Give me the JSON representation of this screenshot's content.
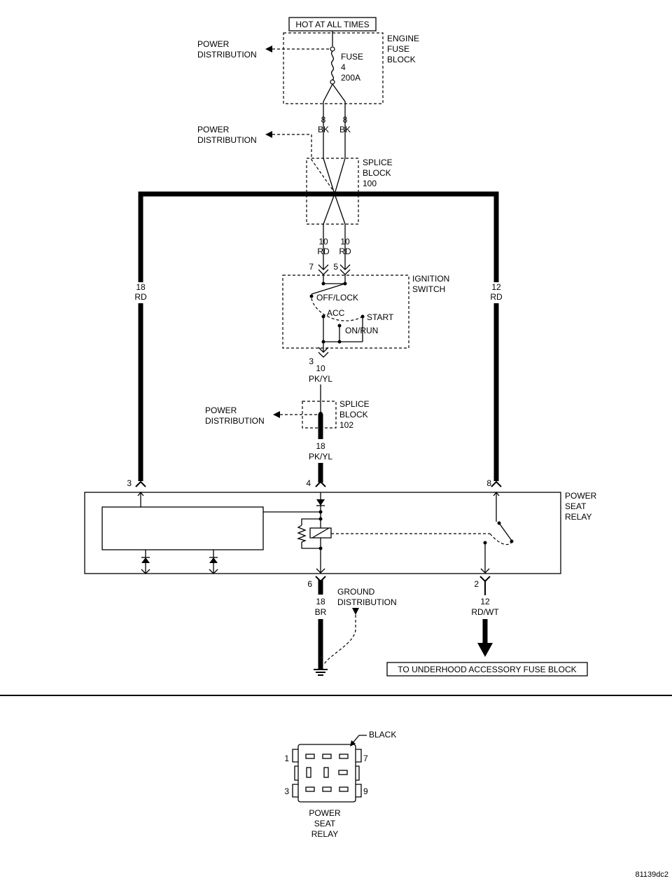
{
  "labels": {
    "hot_at_all_times": "HOT AT ALL TIMES",
    "engine_fuse_block": [
      "ENGINE",
      "FUSE",
      "BLOCK"
    ],
    "power_distribution": [
      "POWER",
      "DISTRIBUTION"
    ],
    "fuse": [
      "FUSE",
      "4",
      "200A"
    ],
    "splice_block_100": [
      "SPLICE",
      "BLOCK",
      "100"
    ],
    "splice_block_102": [
      "SPLICE",
      "BLOCK",
      "102"
    ],
    "ignition_switch": [
      "IGNITION",
      "SWITCH"
    ],
    "switch_positions": {
      "off_lock": "OFF/LOCK",
      "acc": "ACC",
      "start": "START",
      "on_run": "ON/RUN"
    },
    "power_seat_relay": [
      "POWER",
      "SEAT",
      "RELAY"
    ],
    "ground_distribution": [
      "GROUND",
      "DISTRIBUTION"
    ],
    "to_underhood": "TO UNDERHOOD ACCESSORY FUSE BLOCK",
    "connector_color": "BLACK",
    "connector_title": [
      "POWER",
      "SEAT",
      "RELAY"
    ],
    "figure_id": "81139dc2"
  },
  "wires": {
    "fuse_out_left": [
      "8",
      "BK"
    ],
    "fuse_out_right": [
      "8",
      "BK"
    ],
    "splice_out_left": [
      "10",
      "RD"
    ],
    "splice_out_right": [
      "10",
      "RD"
    ],
    "left_feed": [
      "18",
      "RD"
    ],
    "right_feed": [
      "12",
      "RD"
    ],
    "ign_out": [
      "10",
      "PK/YL"
    ],
    "relay_in": [
      "18",
      "PK/YL"
    ],
    "ground": [
      "18",
      "BR"
    ],
    "output": [
      "12",
      "RD/WT"
    ]
  },
  "pins": {
    "ign_left": "7",
    "ign_right": "5",
    "ign_out": "3",
    "relay_3": "3",
    "relay_4": "4",
    "relay_8": "8",
    "relay_6": "6",
    "relay_2": "2",
    "conn_1": "1",
    "conn_3": "3",
    "conn_7": "7",
    "conn_9": "9"
  }
}
